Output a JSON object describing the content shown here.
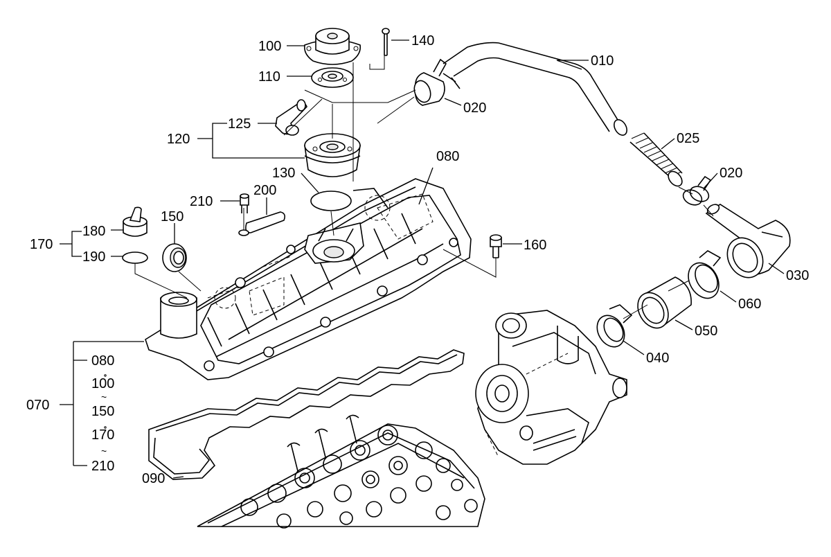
{
  "callouts": {
    "c010": "010",
    "c020a": "020",
    "c020b": "020",
    "c025": "025",
    "c030": "030",
    "c040": "040",
    "c050": "050",
    "c060": "060",
    "c070": "070",
    "c080a": "080",
    "c080b": "080",
    "c090": "090",
    "c100": "100",
    "c110": "110",
    "c120": "120",
    "c125": "125",
    "c130": "130",
    "c140": "140",
    "c150": "150",
    "c160": "160",
    "c170": "170",
    "c180": "180",
    "c190": "190",
    "c200": "200",
    "c210": "210"
  },
  "assembly_070": {
    "items": [
      "080",
      "100",
      "150",
      "170",
      "210"
    ],
    "range_mark": "~"
  }
}
